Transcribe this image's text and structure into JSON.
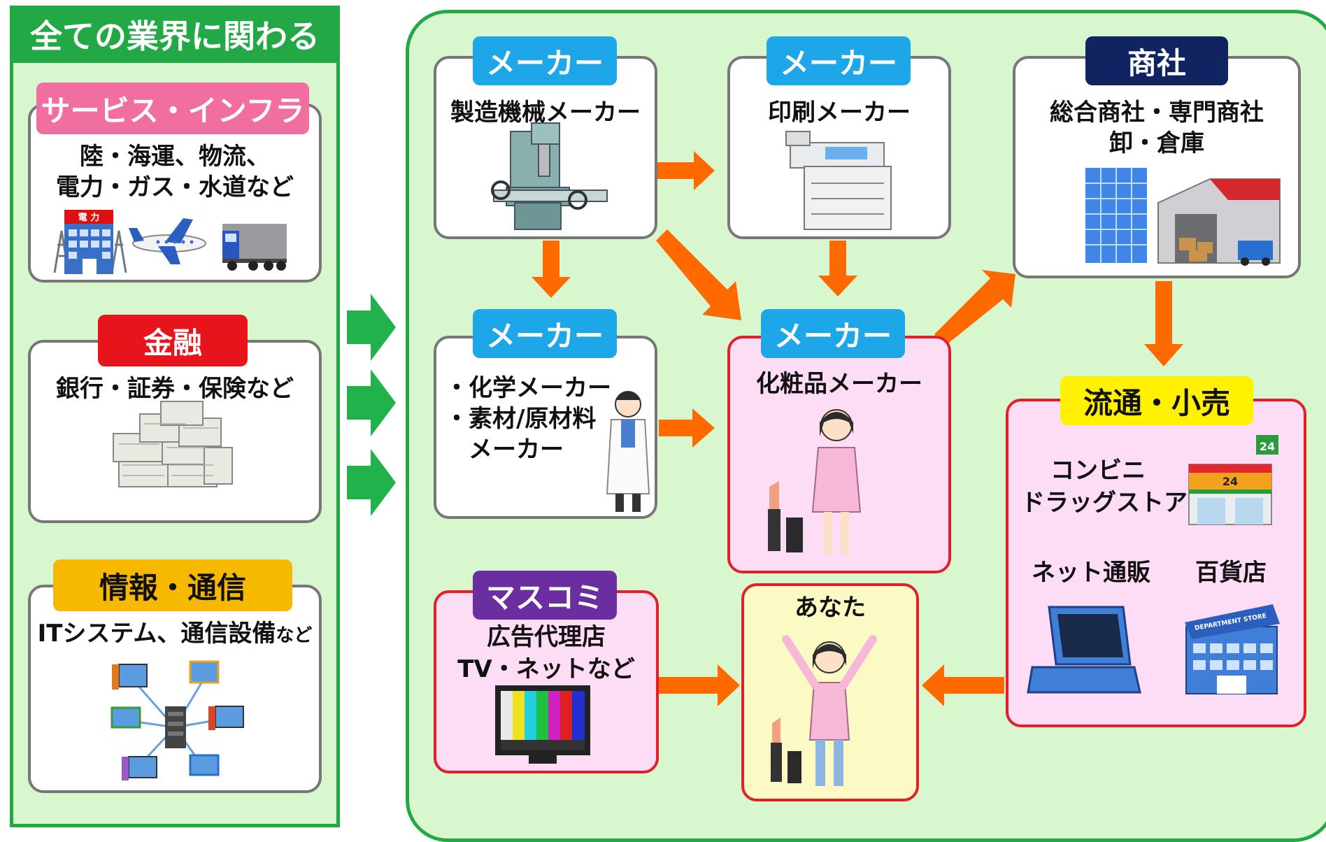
{
  "left": {
    "header": "全ての業界に関わる",
    "service": {
      "tag": "サービス・インフラ",
      "lines": [
        "陸・海運、物流、",
        "電力・ガス・水道など"
      ],
      "building_sign": "電 力"
    },
    "finance": {
      "tag": "金融",
      "text": "銀行・証券・保険など"
    },
    "info": {
      "tag": "情報・通信",
      "text_main": "ITシステム、通信設備",
      "text_suffix": "など"
    }
  },
  "right": {
    "machine_maker": {
      "tag": "メーカー",
      "title": "製造機械メーカー"
    },
    "print_maker": {
      "tag": "メーカー",
      "title": "印刷メーカー"
    },
    "trading": {
      "tag": "商社",
      "lines": [
        "総合商社・専門商社",
        "卸・倉庫"
      ]
    },
    "chem_maker": {
      "tag": "メーカー",
      "lines": [
        "・化学メーカー",
        "・素材/原材料",
        "　メーカー"
      ]
    },
    "cosmetics_maker": {
      "tag": "メーカー",
      "title": "化粧品メーカー"
    },
    "retail": {
      "tag": "流通・小売",
      "convenience": [
        "コンビニ",
        "ドラッグストア"
      ],
      "net_shop": "ネット通販",
      "department": "百貨店",
      "store_sign": "24",
      "dept_sign": "DEPARTMENT STORE"
    },
    "media": {
      "tag": "マスコミ",
      "lines": [
        "広告代理店",
        "TV・ネットなど"
      ]
    },
    "you": {
      "title": "あなた"
    }
  },
  "colors": {
    "green": "#22a845",
    "panel_bg": "#d8f7cf",
    "maker_tag": "#1ea7e8",
    "trading_tag": "#0f2461",
    "service_tag": "#f06fa0",
    "finance_tag": "#e8141b",
    "info_tag": "#f7b800",
    "retail_tag": "#fff100",
    "media_tag": "#6a2ea0",
    "arrow_orange": "#ff6a00",
    "pink_box": "#fddcf6",
    "red_border": "#e0202a"
  }
}
